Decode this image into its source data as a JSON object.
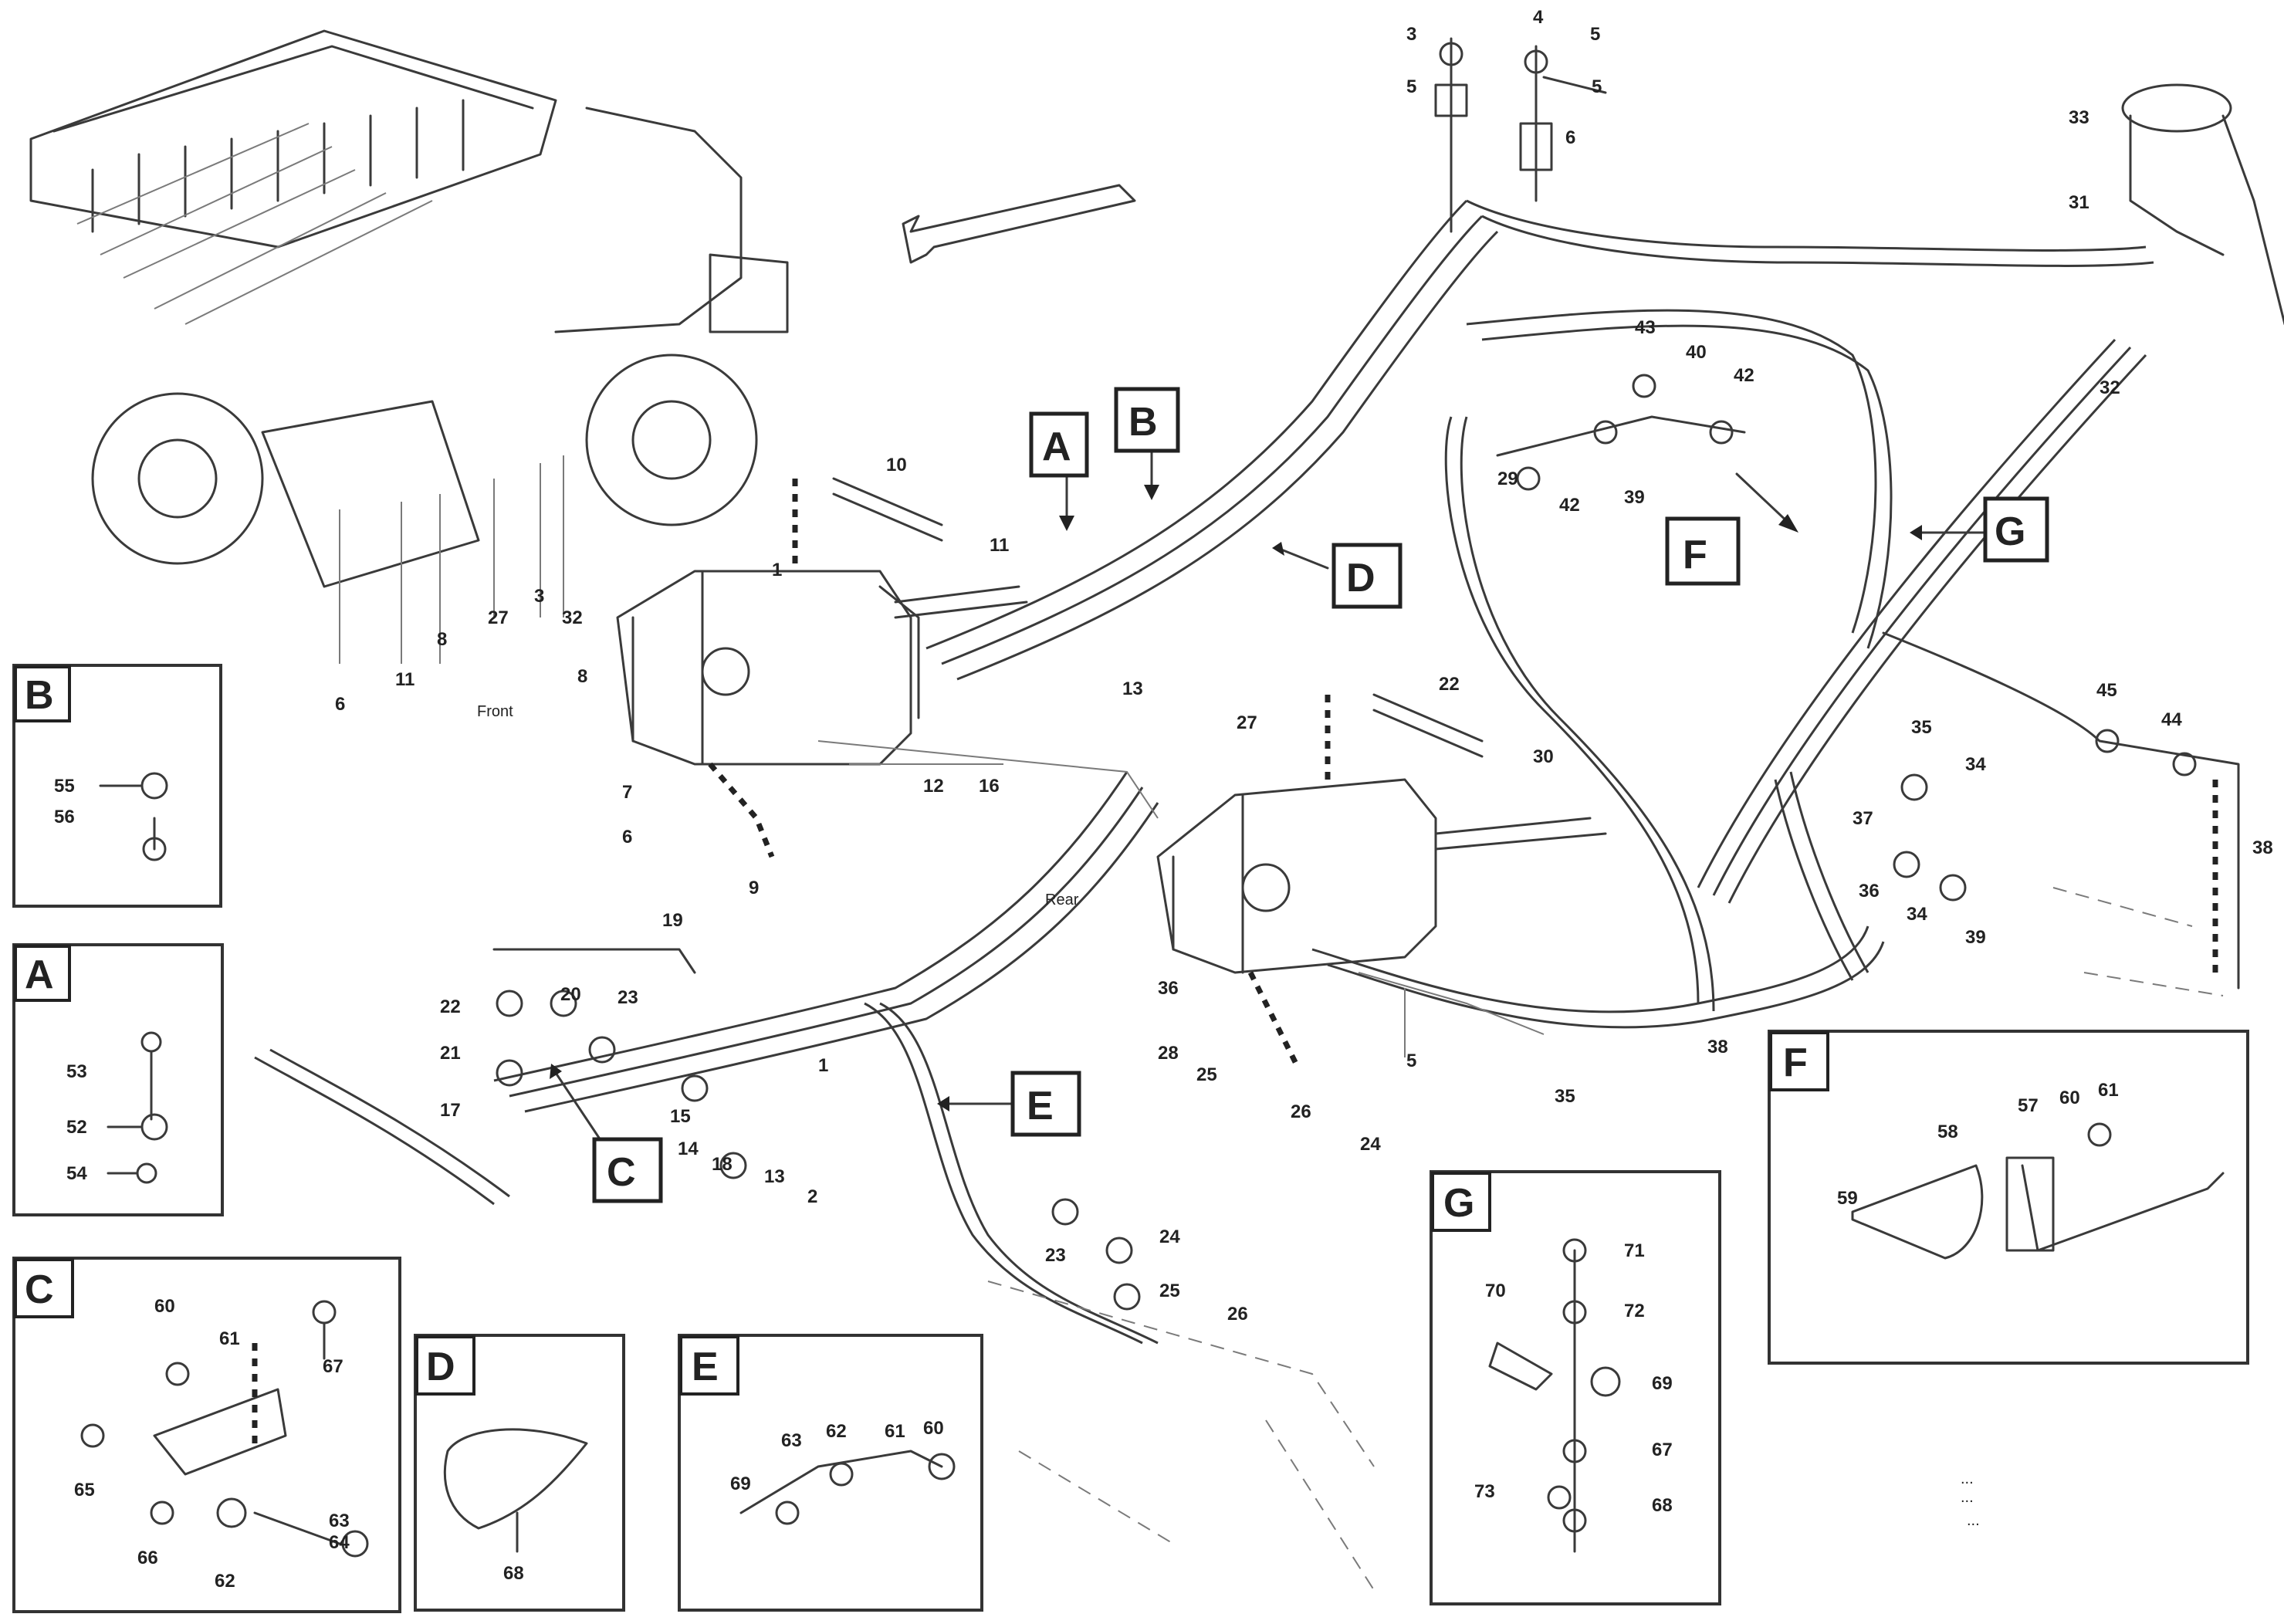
{
  "callouts": {
    "A": "A",
    "B": "B",
    "C": "C",
    "D": "D",
    "E": "E",
    "F": "F",
    "G": "G"
  },
  "insets": {
    "B": {
      "label": "B",
      "parts": [
        "55",
        "56"
      ]
    },
    "A": {
      "label": "A",
      "parts": [
        "53",
        "52",
        "54"
      ]
    },
    "C": {
      "label": "C",
      "parts": [
        "60",
        "61",
        "67",
        "65",
        "66",
        "62",
        "63",
        "64"
      ]
    },
    "D": {
      "label": "D",
      "parts": [
        "68"
      ]
    },
    "E": {
      "label": "E",
      "parts": [
        "69",
        "63",
        "62",
        "61",
        "60"
      ]
    },
    "F": {
      "label": "F",
      "parts": [
        "59",
        "58",
        "57",
        "60",
        "61"
      ]
    },
    "G": {
      "label": "G",
      "parts": [
        "71",
        "70",
        "72",
        "69",
        "67",
        "73",
        "68"
      ]
    }
  },
  "parts": {
    "top_cluster": [
      "3",
      "5",
      "4",
      "5",
      "5",
      "6"
    ],
    "top_right": [
      "33",
      "31",
      "32"
    ],
    "f_group": [
      "43",
      "40",
      "42",
      "29",
      "39",
      "42"
    ],
    "g_group": [
      "45",
      "44",
      "38"
    ],
    "front_pump": [
      "10",
      "11",
      "1",
      "13",
      "8",
      "7",
      "6",
      "9",
      "12",
      "16"
    ],
    "rear_pump": [
      "27",
      "22",
      "30",
      "38",
      "35",
      "36",
      "28",
      "25",
      "26",
      "5",
      "24"
    ],
    "right_group": [
      "35",
      "34",
      "37",
      "36",
      "34",
      "39"
    ],
    "c_group": [
      "19",
      "22",
      "21",
      "20",
      "23",
      "17",
      "15",
      "14",
      "18",
      "1",
      "13",
      "2"
    ],
    "e_group": [
      "23",
      "24",
      "25",
      "26"
    ],
    "machine": [
      "27",
      "3",
      "32",
      "8",
      "11",
      "6"
    ]
  },
  "annotations": {
    "front": "Front",
    "rear": "Rear"
  },
  "footer": {
    "line1": "...",
    "line2": "...",
    "code": "..."
  }
}
